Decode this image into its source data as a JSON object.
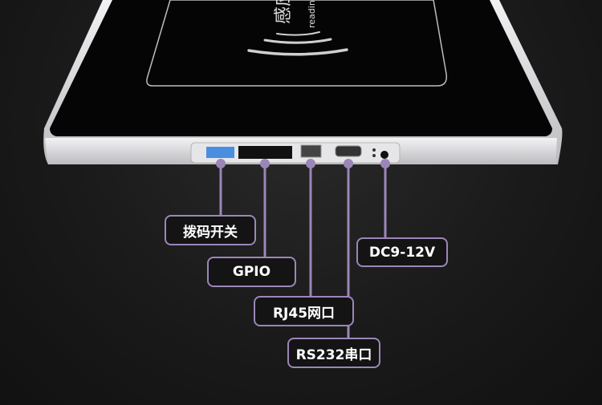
{
  "device": {
    "logo_text_cn": "感应",
    "logo_text_en": "reading"
  },
  "callouts": [
    {
      "label": "拨码开关"
    },
    {
      "label": "GPIO"
    },
    {
      "label": "RJ45网口"
    },
    {
      "label": "RS232串口"
    },
    {
      "label": "DC9-12V"
    }
  ],
  "colors": {
    "accent": "#9b86b8",
    "background": "#1a1a1a",
    "bezel": "#d8d8da"
  }
}
